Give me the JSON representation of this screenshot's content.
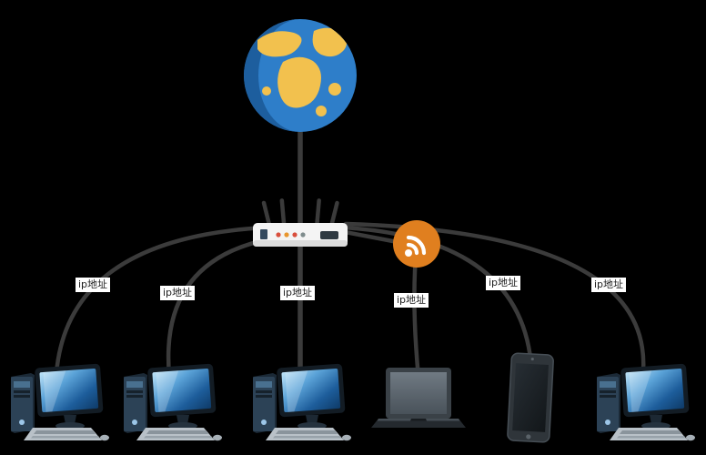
{
  "diagram": {
    "type": "network-topology",
    "background_color": "#000000",
    "line_color": "#3b3b3b",
    "nodes": [
      {
        "id": "internet",
        "kind": "globe-internet",
        "colors": {
          "ocean": "#2e7ec9",
          "ocean_shade": "#1d5e9e",
          "land": "#f2c14e"
        }
      },
      {
        "id": "router",
        "kind": "wireless-router",
        "colors": {
          "body": "#f4f4f4",
          "led_red": "#d94f3d",
          "led_orange": "#e8962e"
        }
      },
      {
        "id": "wifi",
        "kind": "wifi-signal",
        "color": "#e07f1f"
      },
      {
        "id": "pc1",
        "kind": "desktop-computer"
      },
      {
        "id": "pc2",
        "kind": "desktop-computer"
      },
      {
        "id": "pc3",
        "kind": "desktop-computer"
      },
      {
        "id": "laptop",
        "kind": "laptop"
      },
      {
        "id": "tablet",
        "kind": "tablet"
      },
      {
        "id": "pc4",
        "kind": "desktop-computer"
      }
    ],
    "edges": [
      {
        "from": "internet",
        "to": "router",
        "label": ""
      },
      {
        "from": "router",
        "to": "pc1",
        "label": "ip地址"
      },
      {
        "from": "router",
        "to": "pc2",
        "label": "ip地址"
      },
      {
        "from": "router",
        "to": "pc3",
        "label": "ip地址"
      },
      {
        "from": "router",
        "to": "laptop",
        "label": "ip地址"
      },
      {
        "from": "router",
        "to": "tablet",
        "label": "ip地址"
      },
      {
        "from": "router",
        "to": "pc4",
        "label": "ip地址"
      }
    ],
    "labels": [
      {
        "text": "ip地址"
      },
      {
        "text": "ip地址"
      },
      {
        "text": "ip地址"
      },
      {
        "text": "ip地址"
      },
      {
        "text": "ip地址"
      },
      {
        "text": "ip地址"
      }
    ]
  }
}
